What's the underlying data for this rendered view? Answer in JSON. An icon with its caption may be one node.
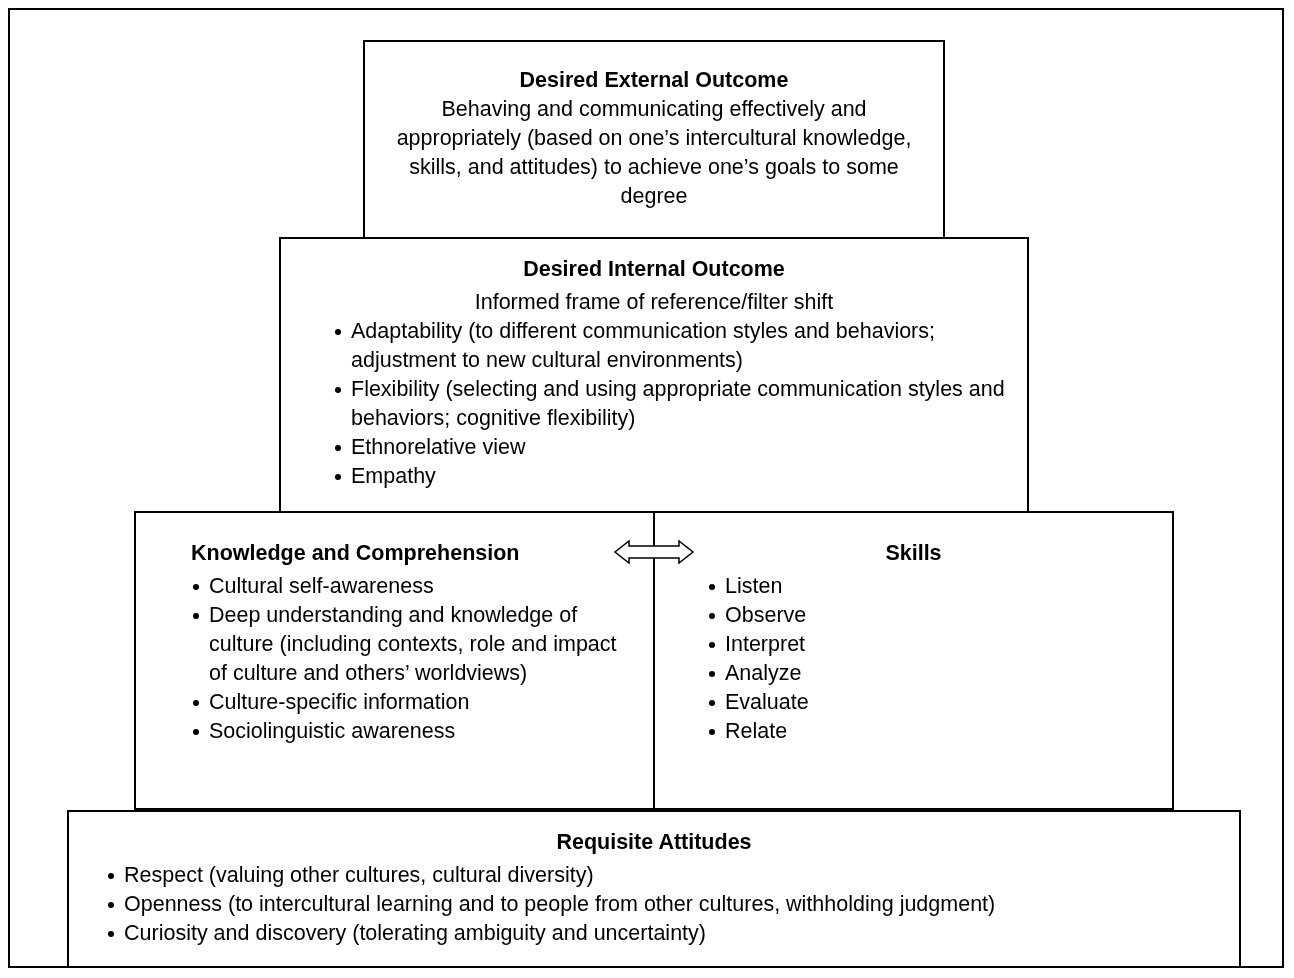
{
  "diagram": {
    "nodes": [
      {
        "text": [
          "Desired External Outcome",
          "Behaving and communicating effectively and appropriately (based on one’s intercultural knowledge, skills, and attitudes) to achieve one’s goals to some degree"
        ]
      },
      {
        "text": [
          "Desired Internal Outcome",
          "Informed frame of reference/filter shift",
          "Adaptability (to different communication styles and behaviors; adjustment to new cultural environments)",
          "Flexibility (selecting and using appropriate communication styles and behaviors; cognitive flexibility)",
          "Ethnorelative view",
          "Empathy"
        ]
      },
      {
        "text": [
          "Knowledge and Comprehension",
          "Cultural self-awareness",
          "Deep understanding and knowledge of culture (including contexts, role and impact of culture and others’ worldviews)",
          "Culture-specific information",
          "Sociolinguistic awareness"
        ]
      },
      {
        "text": [
          "Skills",
          "Listen",
          "Observe",
          "Interpret",
          "Analyze",
          "Evaluate",
          "Relate"
        ]
      },
      {
        "text": [
          "Requisite Attitudes",
          "Respect (valuing other cultures, cultural diversity)",
          "Openness (to intercultural learning and to people from other cultures, withholding judgment)",
          "Curiosity and discovery (tolerating ambiguity and uncertainty)"
        ]
      }
    ],
    "edges": [
      {
        "from": 2,
        "to": 3,
        "arrow": "both"
      }
    ]
  }
}
